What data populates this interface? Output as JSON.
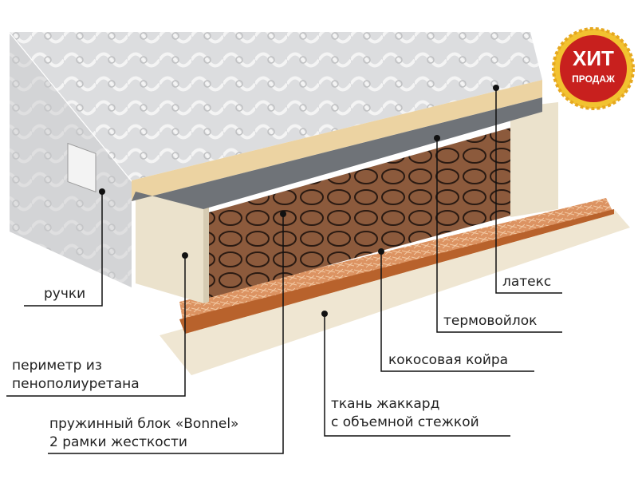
{
  "badge": {
    "line1": "ХИТ",
    "line2": "ПРОДАЖ",
    "color": "#c8201e",
    "ring_color": "#f2c230"
  },
  "labels": {
    "handles": "ручки",
    "perimeter_line1": "периметр из",
    "perimeter_line2": "пенополиуретана",
    "spring_line1": "пружинный блок «Bonnel»",
    "spring_line2": "2 рамки жесткости",
    "latex": "латекс",
    "felt": "термовойлок",
    "coir": "кокосовая койра",
    "fabric_line1": "ткань жаккард",
    "fabric_line2": "с объемной стежкой"
  },
  "colors": {
    "latex": "#ecd3a2",
    "felt": "#6f7378",
    "coir": "#d98a52",
    "springs": "#5a3524",
    "foam": "#ebe2cc",
    "fabric": "#efe6d2",
    "quilt": "#d9dadb"
  }
}
